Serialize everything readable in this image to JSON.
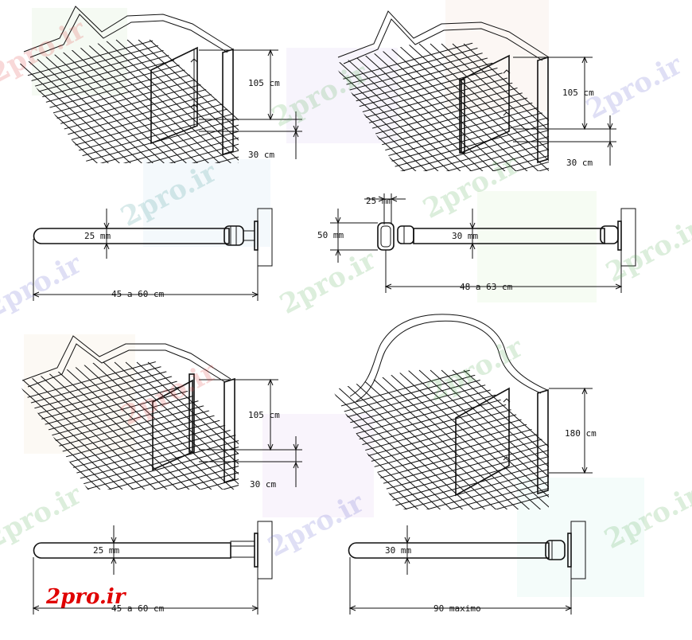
{
  "watermark_text": "2pro.ir",
  "logo_text": "2pro.ir",
  "colors": {
    "line": "#111111",
    "logo": "#e00000",
    "bg": "#ffffff"
  },
  "panels": {
    "p1": {
      "height": "105 cm",
      "bottom": "30 cm"
    },
    "p2": {
      "height": "105 cm",
      "bottom": "30 cm"
    },
    "p3": {
      "height": "105 cm",
      "bottom": "30 cm"
    },
    "p4": {
      "height": "180 cm"
    }
  },
  "sections": {
    "s1": {
      "thickness": "25 mm",
      "length": "45 a 60 cm"
    },
    "s2": {
      "gap": "25 mm",
      "grip": "50 mm",
      "thickness": "30 mm",
      "length": "48 a 63  cm"
    },
    "s3": {
      "thickness": "25 mm",
      "length": "45 a 60 cm"
    },
    "s4": {
      "thickness": "30 mm",
      "length": "90 maximo"
    }
  }
}
